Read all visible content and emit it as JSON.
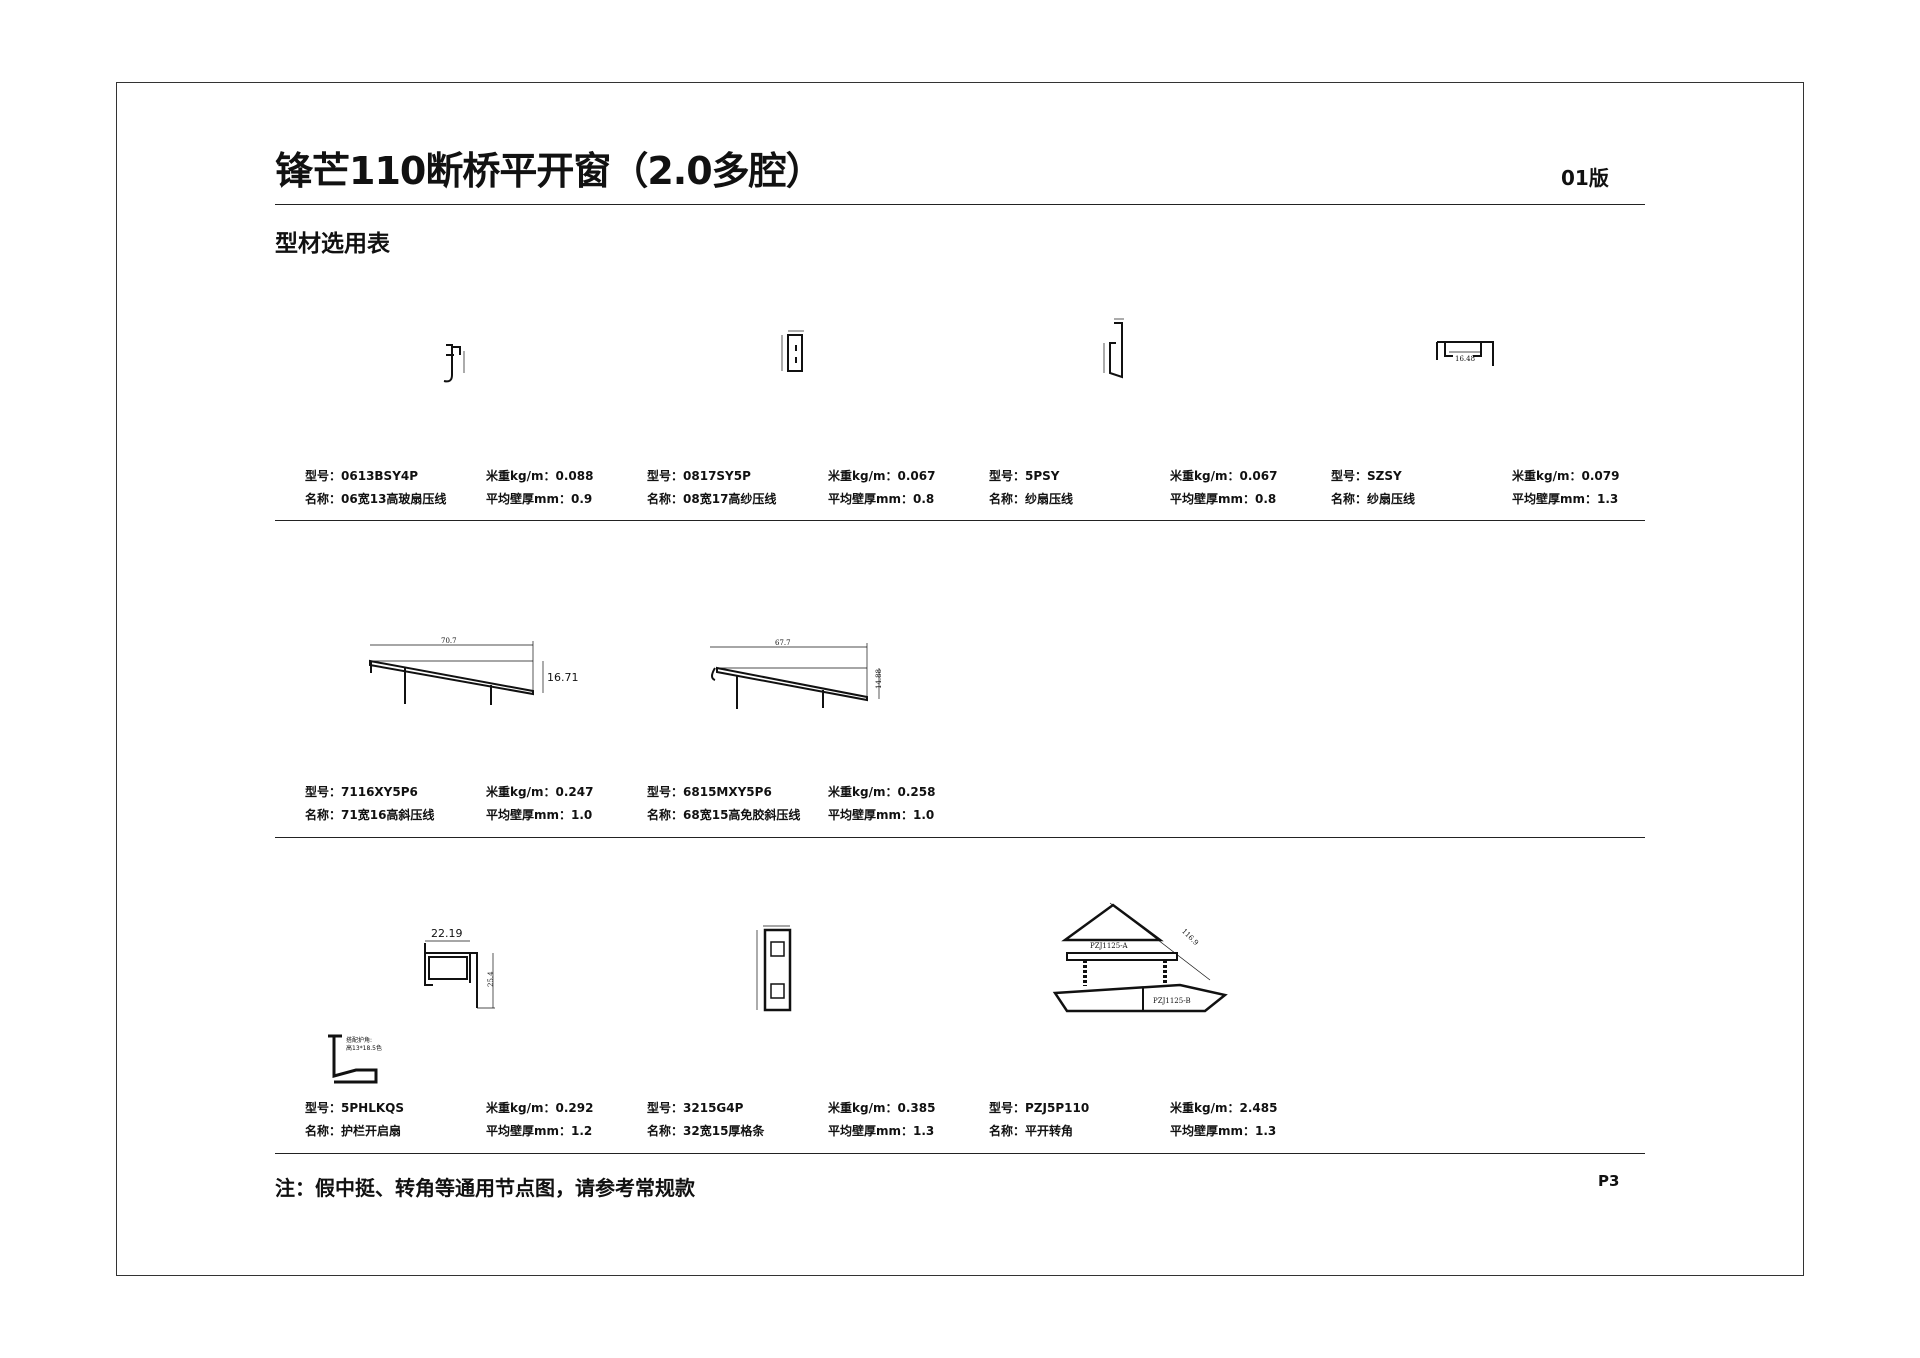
{
  "header": {
    "title": "锋芒110断桥平开窗（2.0多腔）",
    "version": "01版",
    "subtitle": "型材选用表"
  },
  "labels": {
    "model": "型号：",
    "name": "名称：",
    "weight": "米重kg/m：",
    "thickness": "平均壁厚mm："
  },
  "profiles": [
    {
      "model": "0613BSY4P",
      "name": "06宽13高玻扇压线",
      "weight": "0.088",
      "thickness": "0.9"
    },
    {
      "model": "0817SY5P",
      "name": "08宽17高纱压线",
      "weight": "0.067",
      "thickness": "0.8"
    },
    {
      "model": "5PSY",
      "name": "纱扇压线",
      "weight": "0.067",
      "thickness": "0.8"
    },
    {
      "model": "SZSY",
      "name": "纱扇压线",
      "weight": "0.079",
      "thickness": "1.3"
    },
    {
      "model": "7116XY5P6",
      "name": "71宽16高斜压线",
      "weight": "0.247",
      "thickness": "1.0"
    },
    {
      "model": "6815MXY5P6",
      "name": "68宽15高免胶斜压线",
      "weight": "0.258",
      "thickness": "1.0"
    },
    {
      "model": "5PHLKQS",
      "name": "护栏开启扇",
      "weight": "0.292",
      "thickness": "1.2"
    },
    {
      "model": "3215G4P",
      "name": "32宽15厚格条",
      "weight": "0.385",
      "thickness": "1.3"
    },
    {
      "model": "PZJ5P110",
      "name": "平开转角",
      "weight": "2.485",
      "thickness": "1.3"
    }
  ],
  "dims": {
    "d70": "70.7",
    "d67": "67.7",
    "d16": "16.71",
    "d14": "14.88",
    "d22": "22.19",
    "d25": "25.4",
    "d116": "116.9",
    "pzja": "PZJ1125-A",
    "pzjb": "PZJ1125-B",
    "corner_note1": "搭配护角:",
    "corner_note2": "高13*18.5色"
  },
  "footer": {
    "note": "注：假中挺、转角等通用节点图，请参考常规款",
    "page": "P3"
  }
}
